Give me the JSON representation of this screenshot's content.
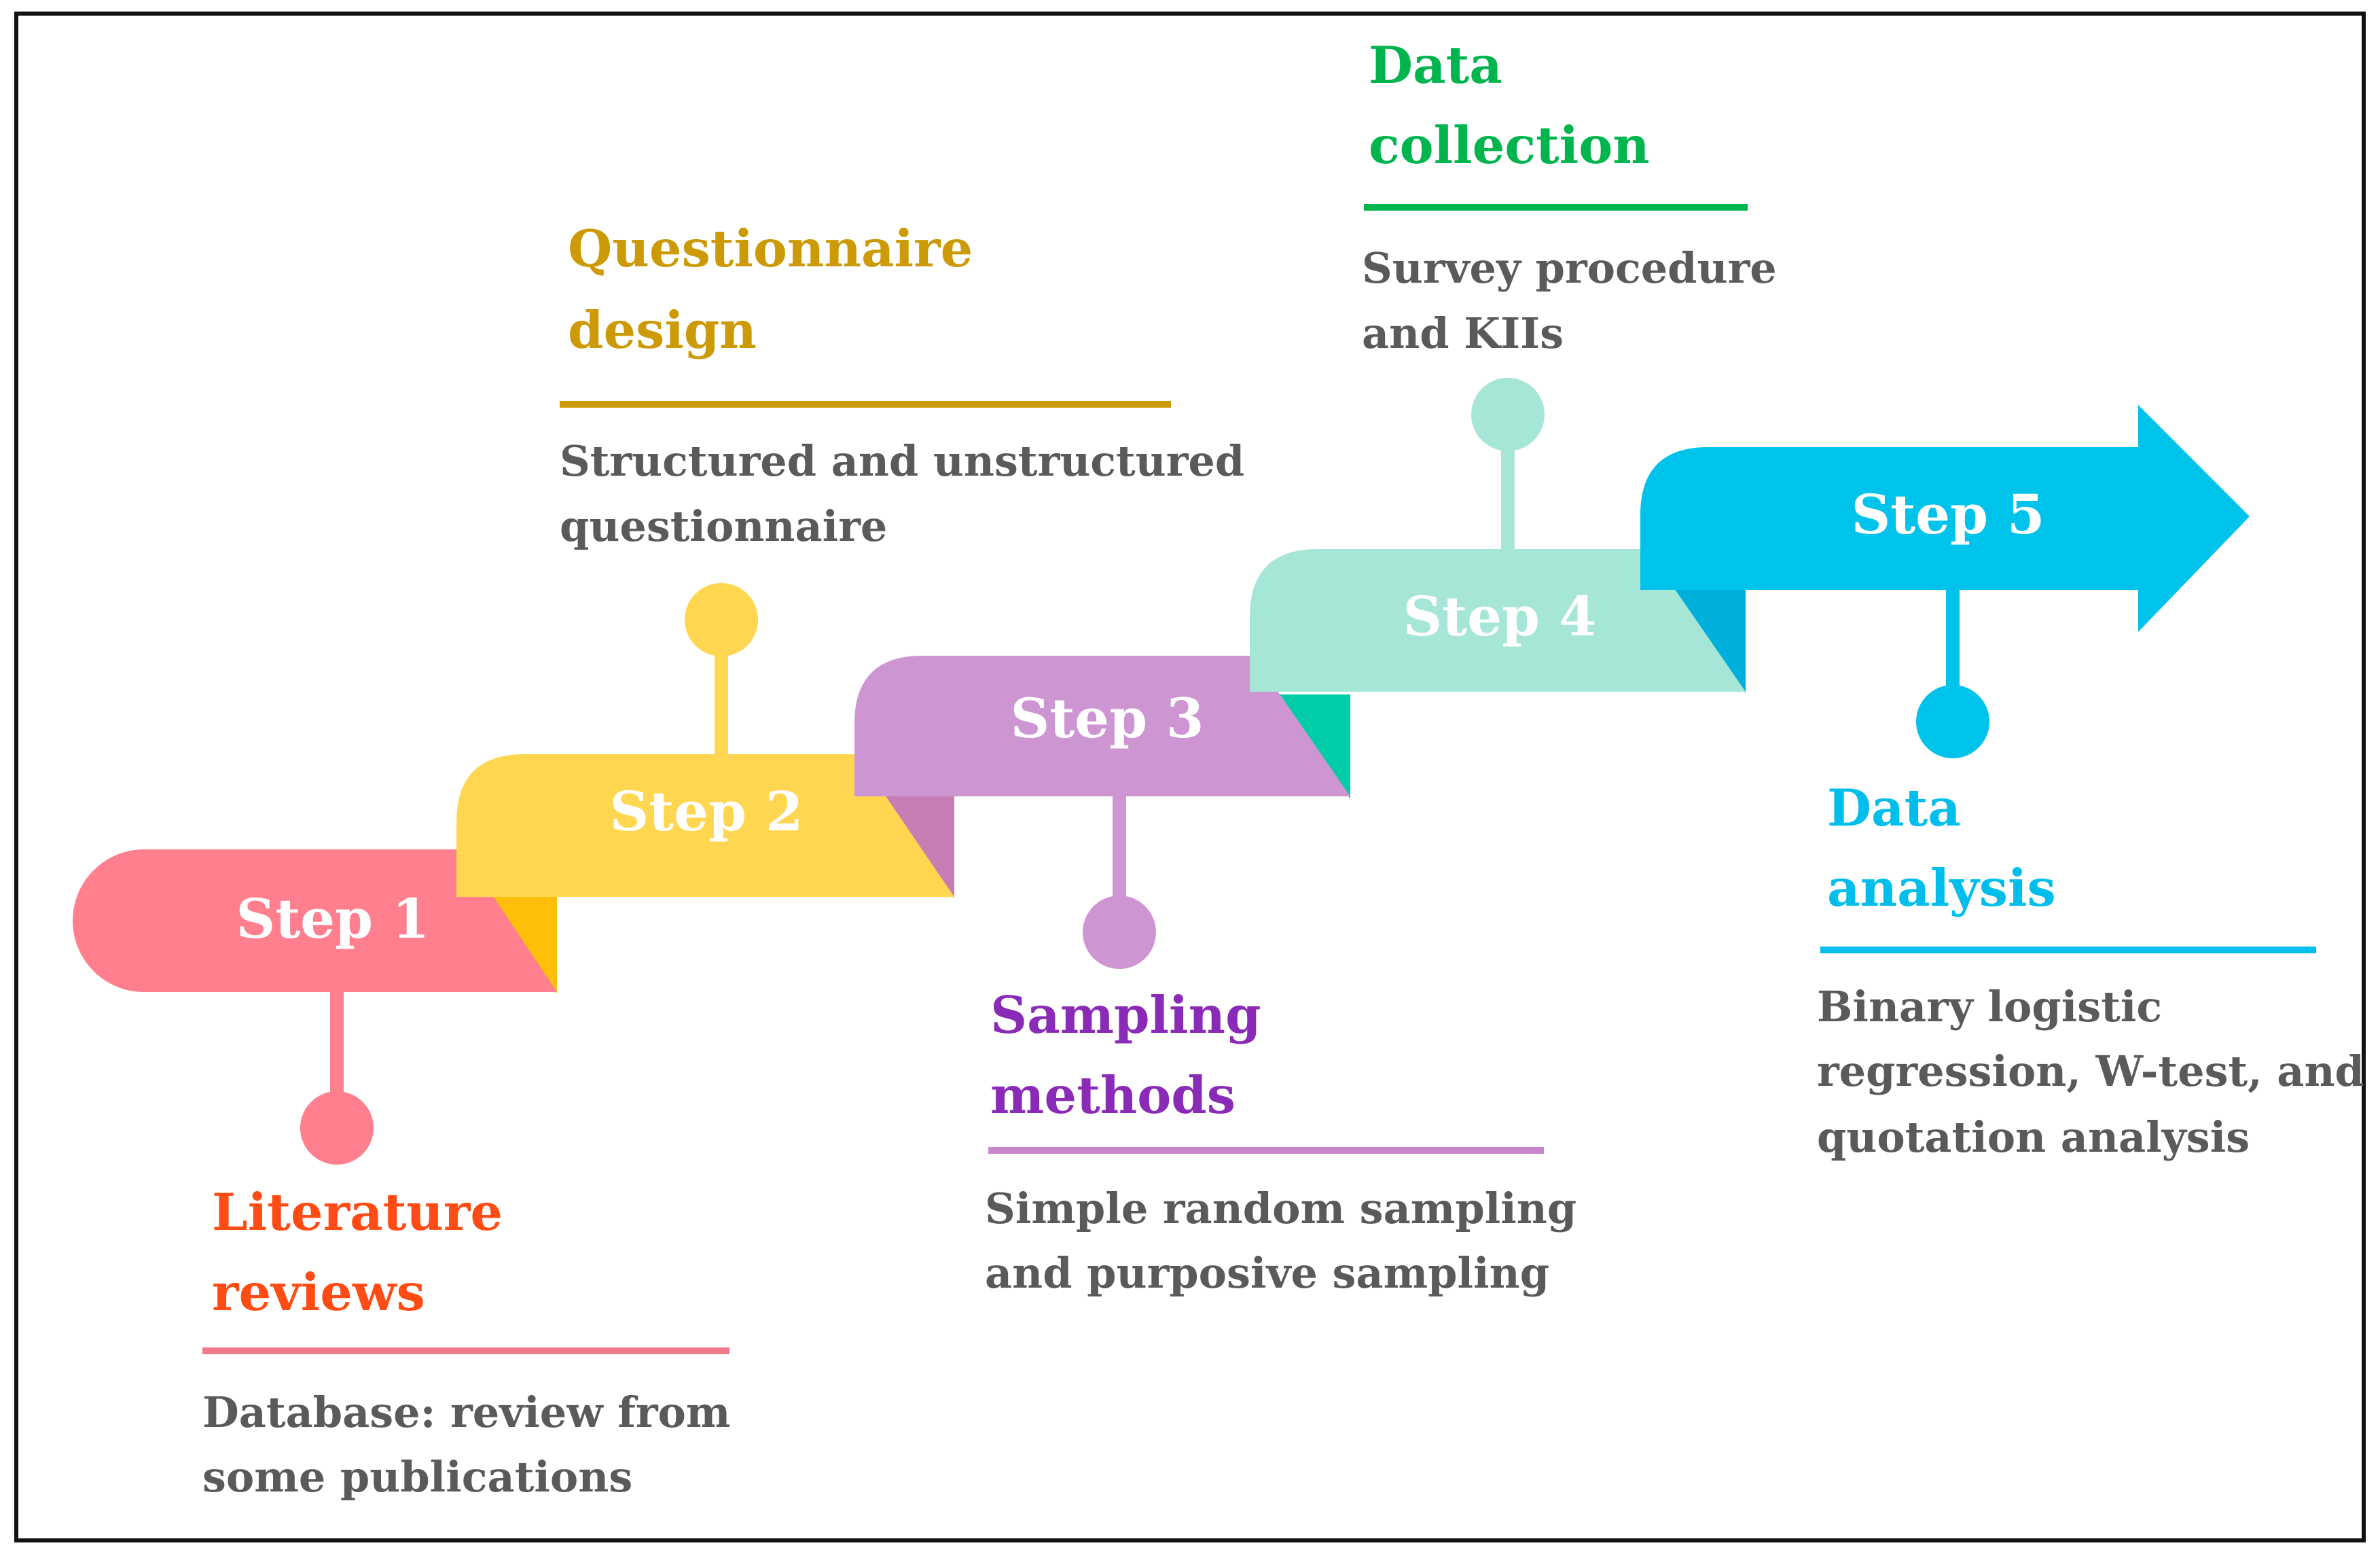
{
  "steps": [
    {
      "label": "Step 1",
      "title_lines": [
        "Literature",
        "reviews"
      ],
      "desc_lines": [
        "Database: review from",
        "some publications"
      ],
      "colors": {
        "main": "#FF7F8F",
        "fold": "#FFBE0A",
        "title": "#FF4B14",
        "rule": "#F07A8C"
      }
    },
    {
      "label": "Step 2",
      "title_lines": [
        "Questionnaire",
        "design"
      ],
      "desc_lines": [
        "Structured and unstructured",
        "questionnaire"
      ],
      "colors": {
        "main": "#FFD64F",
        "fold": "#C67DB3",
        "title": "#CC9A06",
        "rule": "#CC9A06"
      }
    },
    {
      "label": "Step 3",
      "title_lines": [
        "Sampling",
        "methods"
      ],
      "desc_lines": [
        "Simple random sampling",
        "and purposive sampling"
      ],
      "colors": {
        "main": "#CD96D2",
        "fold": "#00CCA8",
        "title": "#8A2BB8",
        "rule": "#C986CC"
      }
    },
    {
      "label": "Step 4",
      "title_lines": [
        "Data",
        "collection"
      ],
      "desc_lines": [
        "Survey procedure",
        "and KIIs"
      ],
      "colors": {
        "main": "#A6E6D6",
        "fold": "#00B0DC",
        "title": "#00B44E",
        "rule": "#00B44E"
      }
    },
    {
      "label": "Step 5",
      "title_lines": [
        "Data",
        "analysis"
      ],
      "desc_lines": [
        "Binary logistic",
        "regression, W-test, and",
        "quotation analysis"
      ],
      "colors": {
        "main": "#00C3EC",
        "fold": "#00B0DC",
        "title": "#00BEEB",
        "rule": "#00BEEB"
      }
    }
  ]
}
